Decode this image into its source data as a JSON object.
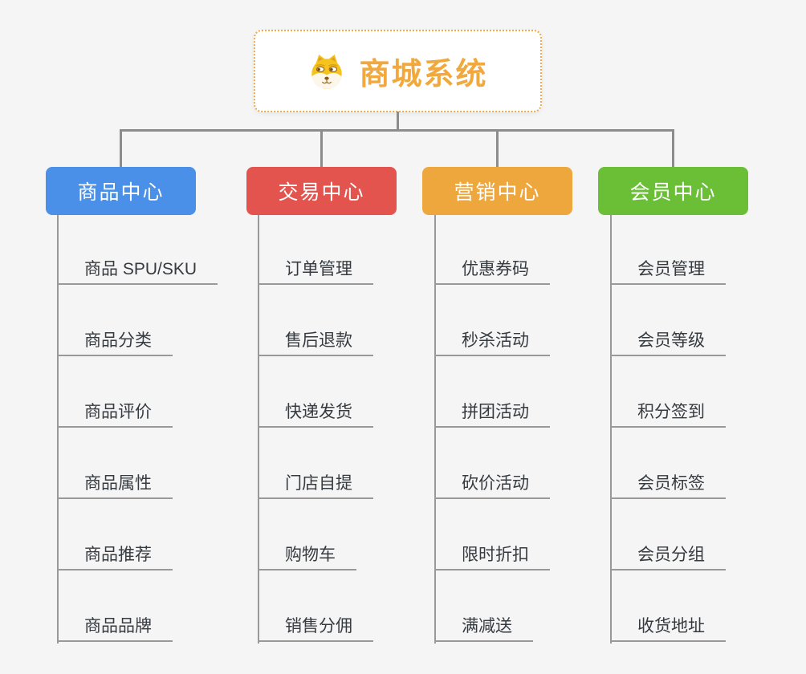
{
  "root": {
    "title": "商城系统",
    "icon": "dog-face-icon",
    "title_color": "#f1a83c",
    "border_color": "#f0ab45"
  },
  "colors": {
    "background": "#f5f5f6",
    "connector": "#8c8c8c",
    "leaf_line": "#999999",
    "leaf_text": "#363b40"
  },
  "branches": [
    {
      "label": "商品中心",
      "color": "#4a8fe8",
      "items": [
        "商品 SPU/SKU",
        "商品分类",
        "商品评价",
        "商品属性",
        "商品推荐",
        "商品品牌"
      ]
    },
    {
      "label": "交易中心",
      "color": "#e4544f",
      "items": [
        "订单管理",
        "售后退款",
        "快递发货",
        "门店自提",
        "购物车",
        "销售分佣"
      ]
    },
    {
      "label": "营销中心",
      "color": "#eea73c",
      "items": [
        "优惠券码",
        "秒杀活动",
        "拼团活动",
        "砍价活动",
        "限时折扣",
        "满减送"
      ]
    },
    {
      "label": "会员中心",
      "color": "#6abf37",
      "items": [
        "会员管理",
        "会员等级",
        "积分签到",
        "会员标签",
        "会员分组",
        "收货地址"
      ]
    }
  ]
}
